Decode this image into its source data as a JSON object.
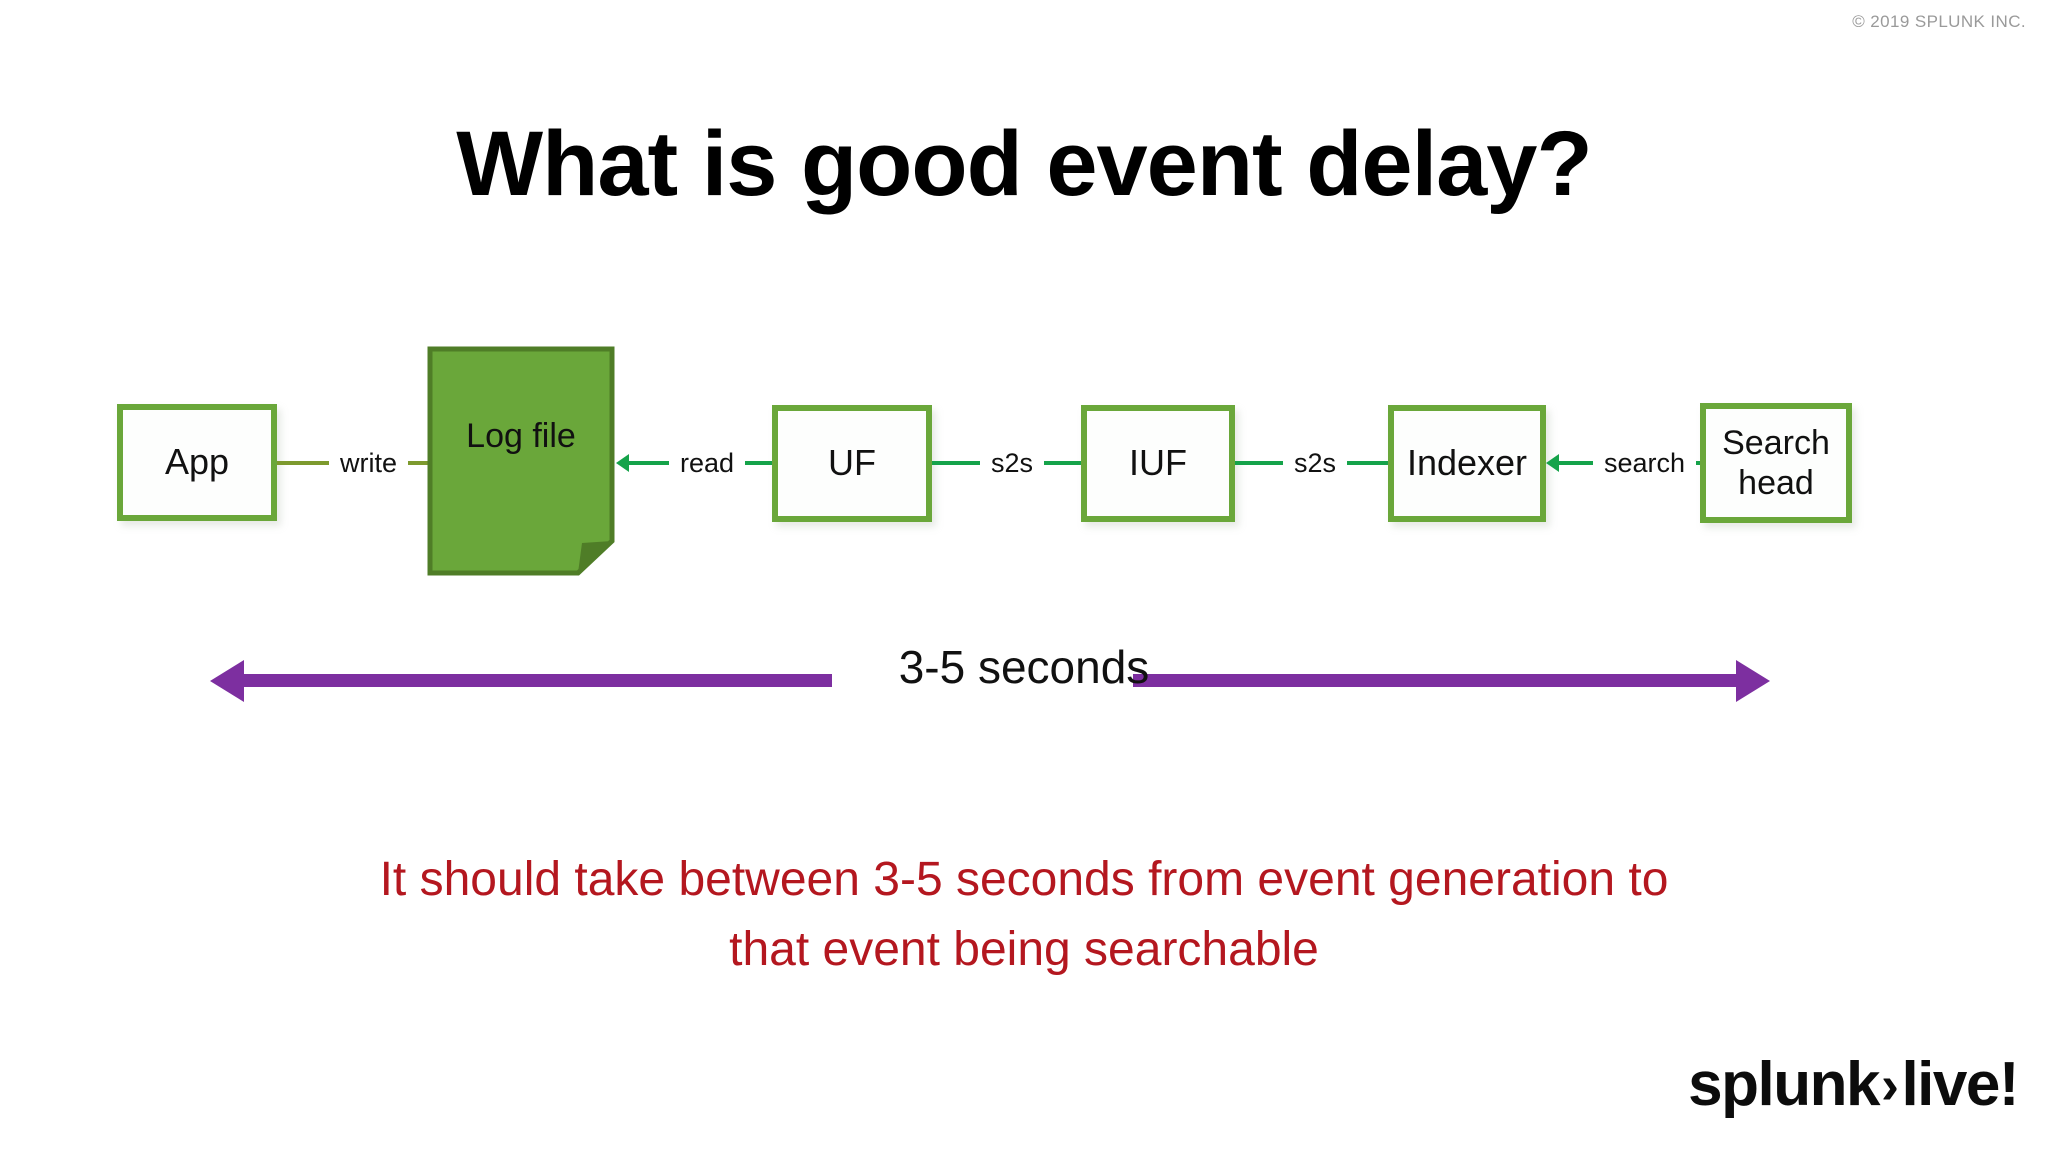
{
  "slide": {
    "copyright": "© 2019 SPLUNK INC.",
    "title": "What is good event delay?",
    "caption": "It should take between 3-5 seconds from event generation to that event being searchable"
  },
  "colors": {
    "node_border": "#6aa73a",
    "logfile_fill": "#6aa73a",
    "arrow_green": "#15a34a",
    "arrow_olive": "#7d9a2e",
    "span_arrow_purple": "#7d2fa0",
    "caption_red": "#b4171f",
    "copyright_gray": "#9a9a9a"
  },
  "diagram": {
    "nodes": [
      {
        "id": "app",
        "label": "App"
      },
      {
        "id": "logfile",
        "label": "Log file"
      },
      {
        "id": "uf",
        "label": "UF"
      },
      {
        "id": "iuf",
        "label": "IUF"
      },
      {
        "id": "indexer",
        "label": "Indexer"
      },
      {
        "id": "searchhead",
        "label_line1": "Search",
        "label_line2": "head"
      }
    ],
    "connectors": [
      {
        "id": "write",
        "label": "write",
        "from": "app",
        "to": "logfile",
        "direction": "right"
      },
      {
        "id": "read",
        "label": "read",
        "from": "uf",
        "to": "logfile",
        "direction": "left"
      },
      {
        "id": "s2s1",
        "label": "s2s",
        "from": "uf",
        "to": "iuf",
        "direction": "right"
      },
      {
        "id": "s2s2",
        "label": "s2s",
        "from": "iuf",
        "to": "indexer",
        "direction": "right"
      },
      {
        "id": "search",
        "label": "search",
        "from": "searchhead",
        "to": "indexer",
        "direction": "left"
      }
    ],
    "span": {
      "label": "3-5 seconds",
      "style": "double-headed-arrow",
      "spans_from": "App",
      "spans_to": "Search head"
    }
  },
  "logo": {
    "word1": "splunk",
    "chevron": "›",
    "word2": "live!"
  }
}
